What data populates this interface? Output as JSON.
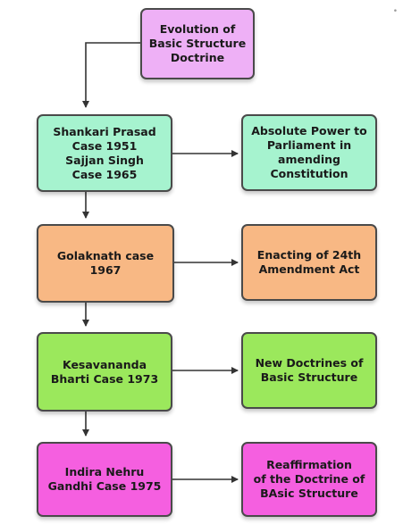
{
  "diagram": {
    "colors": {
      "purple": "#eeb0f6",
      "mint": "#a6f3cf",
      "orange": "#f8b884",
      "green": "#9be85c",
      "magenta": "#f55fe0",
      "border": "#4a4a4a",
      "arrow": "#333333"
    },
    "nodes": {
      "root": {
        "lines": [
          "Evolution of",
          "Basic Structure",
          "Doctrine"
        ]
      },
      "shankari": {
        "lines": [
          "Shankari Prasad",
          "Case 1951",
          "Sajjan Singh",
          "Case 1965"
        ]
      },
      "absolute": {
        "lines": [
          "Absolute Power to",
          "Parliament in",
          "amending",
          "Constitution"
        ]
      },
      "golaknath": {
        "lines": [
          "Golaknath case",
          "1967"
        ]
      },
      "enacting": {
        "lines": [
          "Enacting of 24th",
          "Amendment Act"
        ]
      },
      "kesavananda": {
        "lines": [
          "Kesavananda",
          "Bharti Case 1973"
        ]
      },
      "newdoctrines": {
        "lines": [
          "New Doctrines of",
          "Basic Structure"
        ]
      },
      "indira": {
        "lines": [
          "Indira Nehru",
          "Gandhi Case 1975"
        ]
      },
      "reaffirmation": {
        "lines": [
          "Reaffirmation",
          "of the Doctrine of",
          "BAsic Structure"
        ]
      }
    },
    "corner_mark": "•"
  }
}
